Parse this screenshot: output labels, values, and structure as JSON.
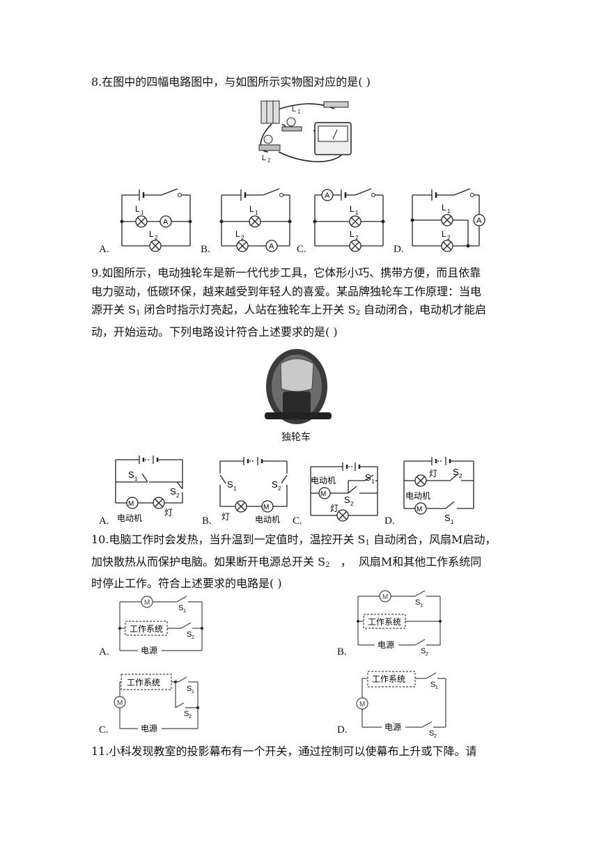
{
  "q8": {
    "stem": "8.在图中的四幅电路图中，与如图所示实物图对应的是(     )",
    "photo_labels": {
      "l1": "L",
      "l1_sub": "1",
      "l2": "L",
      "l2_sub": "2"
    },
    "options": [
      "A.",
      "B.",
      "C.",
      "D."
    ],
    "circuit_labels": {
      "l1": "L",
      "l2": "L",
      "sub1": "1",
      "sub2": "2",
      "ammeter": "A"
    }
  },
  "q9": {
    "stem_line1": "9.如图所示，电动独轮车是新一代代步工具，它体形小巧、携带方便，而且依靠",
    "stem_line2": "电力驱动，低碳环保，越来越受到年轻人的喜爱。某品牌独轮车工作原理：当电",
    "stem_line3_a": "源开关 S",
    "stem_line3_sub1": "1",
    "stem_line3_b": " 闭合时指示灯亮起，人站在独轮车上开关 S",
    "stem_line3_sub2": "2",
    "stem_line3_c": " 自动闭合，电动机才能启",
    "stem_line4": "动，开始运动。下列电路设计符合上述要求的是(     )",
    "photo_caption": "独轮车",
    "options": [
      "A.",
      "B.",
      "C.",
      "D."
    ],
    "circuit_labels": {
      "s": "S",
      "sub1": "1",
      "sub2": "2",
      "motor": "电动机",
      "lamp": "灯",
      "m": "M"
    }
  },
  "q10": {
    "stem_line1_a": "10.电脑工作时会发热，当升温到一定值时，温控开关 S",
    "stem_line1_sub": "1",
    "stem_line1_b": " 自动闭合，风扇M启动，",
    "stem_line2_a": "加快散热从而保护电脑。如果断开电源总开关 S",
    "stem_line2_sub": "2",
    "stem_line2_b": "   ，  风扇M和其他工作系统同",
    "stem_line3": "时停止工作。符合上述要求的电路是(     )",
    "options": [
      "A.",
      "B.",
      "C.",
      "D."
    ],
    "circuit_labels": {
      "system": "工作系统",
      "power": "电源",
      "m": "M",
      "s": "S",
      "sub1": "1",
      "sub2": "2"
    }
  },
  "q11": {
    "stem": "11.小科发现教室的投影幕布有一个开关，通过控制可以使幕布上升或下降。请"
  }
}
